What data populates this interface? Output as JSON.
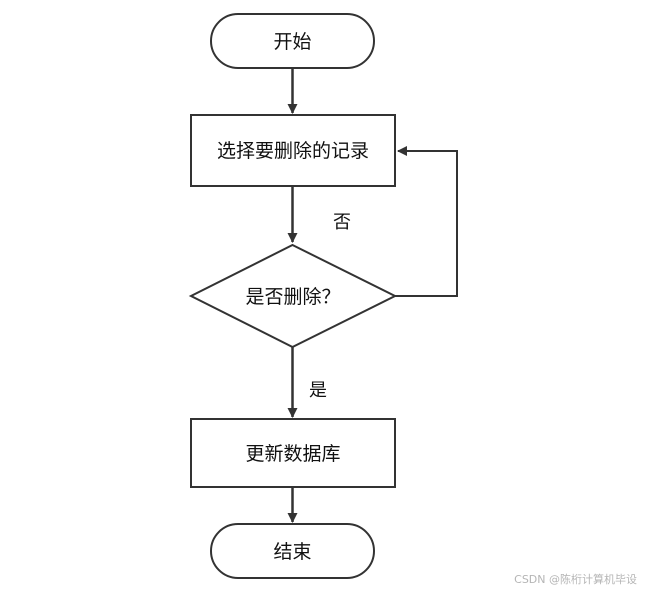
{
  "diagram": {
    "nodes": {
      "start": "开始",
      "select": "选择要删除的记录",
      "decision": "是否删除？",
      "update": "更新数据库",
      "end": "结束"
    },
    "edge_labels": {
      "no": "否",
      "yes": "是"
    },
    "colors": {
      "stroke": "#333333",
      "fill": "#ffffff",
      "text": "#111111"
    }
  },
  "watermark": "CSDN @陈桁计算机毕设"
}
